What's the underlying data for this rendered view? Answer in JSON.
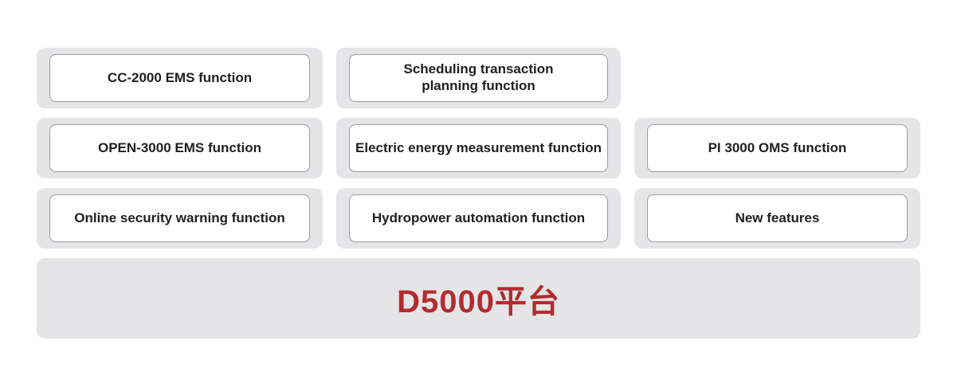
{
  "colors": {
    "page_bg": "#ffffff",
    "card_outer_bg": "#e5e5e7",
    "card_inner_bg": "#ffffff",
    "card_border": "#9c9c9c",
    "label_text": "#1f1f1f",
    "platform_bg": "#e5e5e7",
    "platform_text": "#b12c2e"
  },
  "cards": [
    {
      "id": "cc-2000-ems",
      "row": 1,
      "col": 1,
      "label": "CC-2000 EMS function"
    },
    {
      "id": "scheduling-transaction-planning",
      "row": 1,
      "col": 2,
      "label": "Scheduling transaction\nplanning function"
    },
    {
      "id": "open-3000-ems",
      "row": 2,
      "col": 1,
      "label": "OPEN-3000 EMS function"
    },
    {
      "id": "electric-energy-measurement",
      "row": 2,
      "col": 2,
      "label": "Electric energy measurement function"
    },
    {
      "id": "pi-3000-oms",
      "row": 2,
      "col": 3,
      "label": "PI 3000 OMS function"
    },
    {
      "id": "online-security-warning",
      "row": 3,
      "col": 1,
      "label": "Online security warning function"
    },
    {
      "id": "hydropower-automation",
      "row": 3,
      "col": 2,
      "label": "Hydropower automation function"
    },
    {
      "id": "new-features",
      "row": 3,
      "col": 3,
      "label": "New features"
    }
  ],
  "platform": {
    "label": "D5000平台"
  }
}
